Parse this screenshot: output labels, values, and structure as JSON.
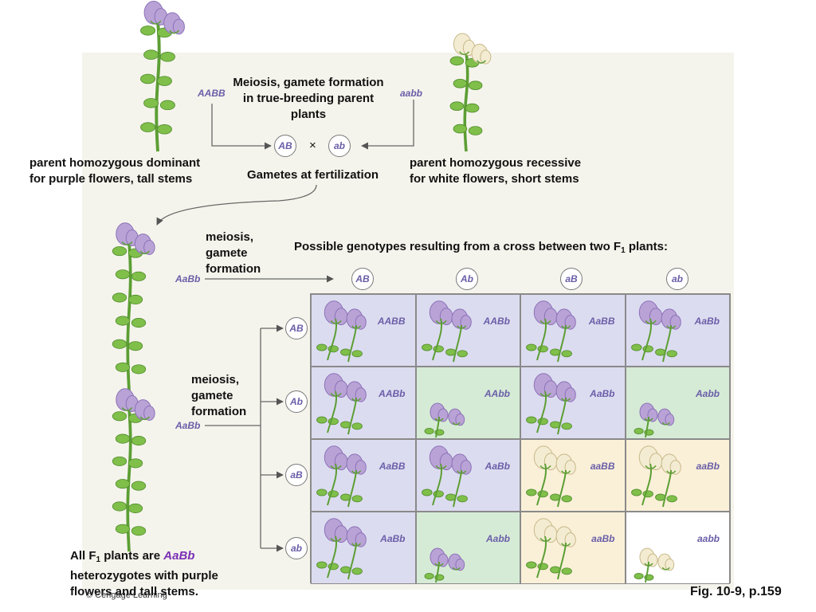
{
  "labels": {
    "meiosis_top": [
      "Meiosis, gamete formation",
      "in true-breeding parent",
      "plants"
    ],
    "gametes_fert": "Gametes at fertilization",
    "parent_dom": [
      "parent homozygous dominant",
      "for purple flowers, tall stems"
    ],
    "parent_rec": [
      "parent homozygous recessive",
      "for white flowers, short stems"
    ],
    "meiosis_mid": [
      "meiosis,",
      "gamete",
      "formation"
    ],
    "meiosis_low": [
      "meiosis,",
      "gamete",
      "formation"
    ],
    "possible_pre": "Possible genotypes resulting from a cross between two F",
    "possible_sub": "1",
    "possible_post": " plants:",
    "all_f1_pre": "All F",
    "all_f1_sub": "1",
    "all_f1_mid": " plants are ",
    "all_f1_geno": "AaBb",
    "all_f1_rest": [
      "heterozygotes with purple",
      "flowers and tall stems."
    ],
    "credit": "© Cengage Learning",
    "fig": "Fig. 10-9, p.159",
    "cross": "×"
  },
  "genotypes": {
    "parent_dom": "AABB",
    "parent_rec": "aabb",
    "f1_top": "AaBb",
    "f1_bottom": "AaBb"
  },
  "gametes": {
    "parent_dom": "AB",
    "parent_rec": "ab",
    "columns": [
      "AB",
      "Ab",
      "aB",
      "ab"
    ],
    "rows": [
      "AB",
      "Ab",
      "aB",
      "ab"
    ]
  },
  "punnett": [
    [
      {
        "g": "AABB",
        "flower": "purple",
        "plant": "tall",
        "bg": "#dcdcf0"
      },
      {
        "g": "AABb",
        "flower": "purple",
        "plant": "tall",
        "bg": "#dcdcf0"
      },
      {
        "g": "AaBB",
        "flower": "purple",
        "plant": "tall",
        "bg": "#dcdcf0"
      },
      {
        "g": "AaBb",
        "flower": "purple",
        "plant": "tall",
        "bg": "#dcdcf0"
      }
    ],
    [
      {
        "g": "AABb",
        "flower": "purple",
        "plant": "tall",
        "bg": "#dcdcf0"
      },
      {
        "g": "AAbb",
        "flower": "purple",
        "plant": "short",
        "bg": "#d6ebd6"
      },
      {
        "g": "AaBb",
        "flower": "purple",
        "plant": "tall",
        "bg": "#dcdcf0"
      },
      {
        "g": "Aabb",
        "flower": "purple",
        "plant": "short",
        "bg": "#d6ebd6"
      }
    ],
    [
      {
        "g": "AaBB",
        "flower": "purple",
        "plant": "tall",
        "bg": "#dcdcf0"
      },
      {
        "g": "AaBb",
        "flower": "purple",
        "plant": "tall",
        "bg": "#dcdcf0"
      },
      {
        "g": "aaBB",
        "flower": "white",
        "plant": "tall",
        "bg": "#faf0d8"
      },
      {
        "g": "aaBb",
        "flower": "white",
        "plant": "tall",
        "bg": "#faf0d8"
      }
    ],
    [
      {
        "g": "AaBb",
        "flower": "purple",
        "plant": "tall",
        "bg": "#dcdcf0"
      },
      {
        "g": "Aabb",
        "flower": "purple",
        "plant": "short",
        "bg": "#d6ebd6"
      },
      {
        "g": "aaBb",
        "flower": "white",
        "plant": "tall",
        "bg": "#faf0d8"
      },
      {
        "g": "aabb",
        "flower": "white",
        "plant": "short",
        "bg": "#ffffff"
      }
    ]
  ],
  "colors": {
    "panel": "#f5f4ec",
    "purple_flower": "#b9a3d6",
    "white_flower": "#f3ecd2",
    "leaf": "#7fbf4a",
    "stem": "#5c9e34"
  }
}
